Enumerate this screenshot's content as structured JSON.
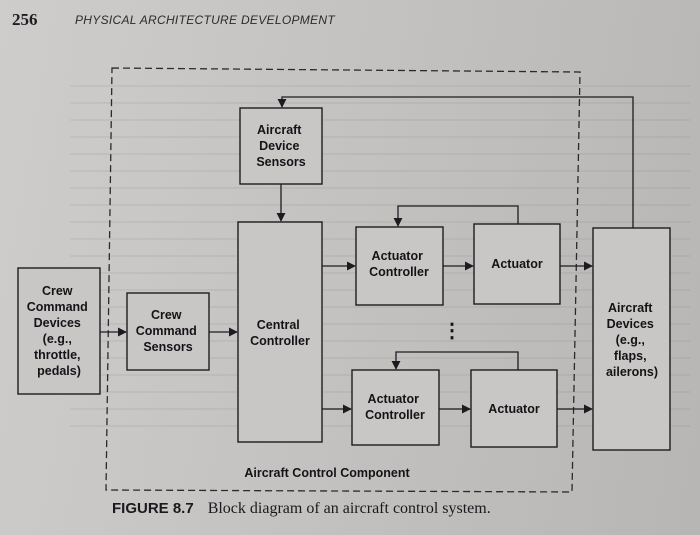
{
  "header": {
    "page_number": "256",
    "running_title": "PHYSICAL ARCHITECTURE DEVELOPMENT"
  },
  "diagram": {
    "blocks": {
      "aircraft_device_sensors": [
        "Aircraft",
        "Device",
        "Sensors"
      ],
      "crew_command_devices": [
        "Crew",
        "Command",
        "Devices",
        "(e.g.,",
        "throttle,",
        "pedals)"
      ],
      "crew_command_sensors": [
        "Crew",
        "Command",
        "Sensors"
      ],
      "central_controller": [
        "Central",
        "Controller"
      ],
      "actuator_controller_top": [
        "Actuator",
        "Controller"
      ],
      "actuator_top": [
        "Actuator"
      ],
      "actuator_controller_bottom": [
        "Actuator",
        "Controller"
      ],
      "actuator_bottom": [
        "Actuator"
      ],
      "aircraft_devices": [
        "Aircraft",
        "Devices",
        "(e.g.,",
        "flaps,",
        "ailerons)"
      ]
    },
    "ellipsis": "⋮",
    "boundary_label": "Aircraft Control Component"
  },
  "caption": {
    "figure": "FIGURE 8.7",
    "text": "Block diagram of an aircraft control system."
  }
}
